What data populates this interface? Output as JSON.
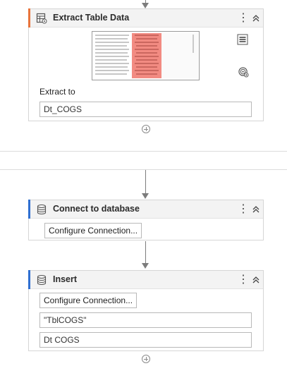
{
  "colors": {
    "accent_orange": "#e8743b",
    "accent_blue": "#2f6fd1",
    "connector": "#7c7c7c",
    "header_bg": "#f3f3f3",
    "preview_highlight": "#f28b82"
  },
  "extract_table": {
    "title": "Extract Table Data",
    "icon": "table-extract-icon",
    "extract_to_label": "Extract to",
    "extract_to_value": "Dt_COGS"
  },
  "connect_db": {
    "title": "Connect to database",
    "icon": "database-icon",
    "configure_label": "Configure Connection..."
  },
  "insert": {
    "title": "Insert",
    "icon": "database-icon",
    "configure_label": "Configure Connection...",
    "table_value": "\"TblCOGS\"",
    "datatable_value": "Dt COGS"
  }
}
